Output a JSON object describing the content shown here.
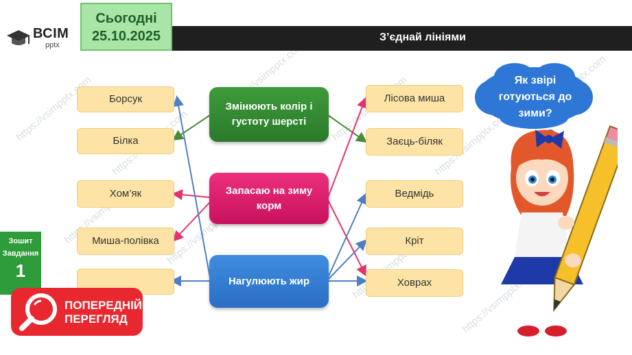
{
  "logo": {
    "name": "ВСІМ",
    "sub": "pptx"
  },
  "date": {
    "label": "Сьогодні",
    "value": "25.10.2025"
  },
  "title": "З’єднай лініями",
  "left_items": [
    "Борсук",
    "Білка",
    "Хом’як",
    "Миша-полівка",
    ""
  ],
  "right_items": [
    "Лісова миша",
    "Заєць-біляк",
    "Ведмідь",
    "Кріт",
    "Ховрах"
  ],
  "center": {
    "green": [
      "Змінюють колір і",
      "густоту шерсті"
    ],
    "pink": [
      "Запасаю на зиму",
      "корм"
    ],
    "blue": "Нагулюють жир"
  },
  "cloud": [
    "Як звірі",
    "готуються до",
    "зими?"
  ],
  "side_panel": {
    "line1": "Зошит",
    "line2": "Завдання",
    "number": "1"
  },
  "preview": {
    "line1": "ПОПЕРЕДНІЙ",
    "line2": "ПЕРЕГЛЯД"
  },
  "watermark": "https://vsimpptx.com",
  "colors": {
    "green": "#3e9b3b",
    "pink": "#ec2f7c",
    "blue": "#3f8de0",
    "orange": "#fde4a6",
    "title_bg": "#1f1f1f"
  }
}
